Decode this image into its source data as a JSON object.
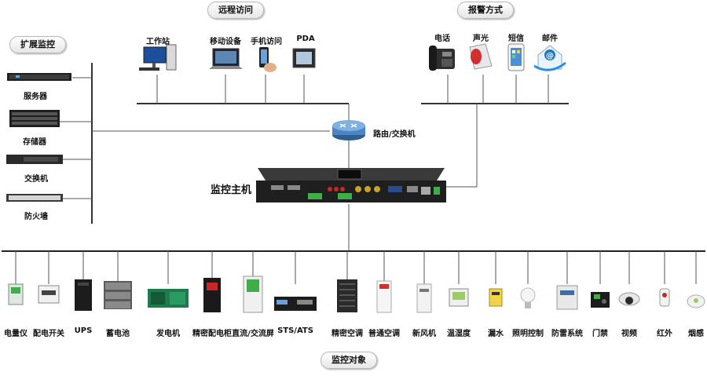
{
  "sections": {
    "remote": "远程访问",
    "alarm": "报警方式",
    "extend": "扩展监控",
    "objects": "监控对象"
  },
  "remote_devices": [
    "工作站",
    "移动设备",
    "手机访问",
    "PDA"
  ],
  "alarm_devices": [
    "电话",
    "声光",
    "短信",
    "邮件"
  ],
  "extend_devices": [
    "服务器",
    "存储器",
    "交换机",
    "防火墙"
  ],
  "router": "路由/交换机",
  "host": "监控主机",
  "objects": [
    "电量仪",
    "配电开关",
    "UPS",
    "蓄电池",
    "发电机",
    "精密配电柜",
    "直流/交流屏",
    "STS/ATS",
    "精密空调",
    "普通空调",
    "新风机",
    "温湿度",
    "漏水",
    "照明控制",
    "防雷系统",
    "门禁",
    "视频",
    "红外",
    "烟感"
  ],
  "colors": {
    "line": "#555555",
    "bus": "#222222",
    "router": "#4a86c5",
    "rack": "#1f1f1f"
  }
}
